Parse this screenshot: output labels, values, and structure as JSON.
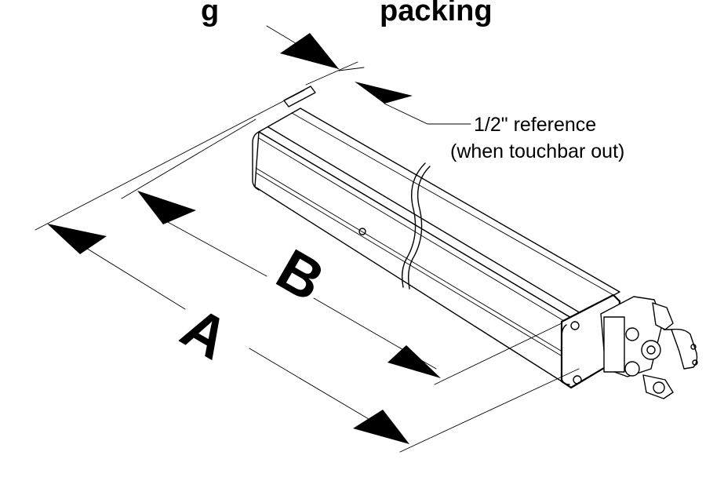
{
  "header": {
    "title_partial": "g",
    "title_partial_right": "packing"
  },
  "labels": {
    "dimension_a": "A",
    "dimension_b": "B",
    "reference_line1": "1/2\" reference",
    "reference_line2": "(when touchbar out)"
  },
  "colors": {
    "ink": "#000000",
    "paper": "#ffffff"
  }
}
